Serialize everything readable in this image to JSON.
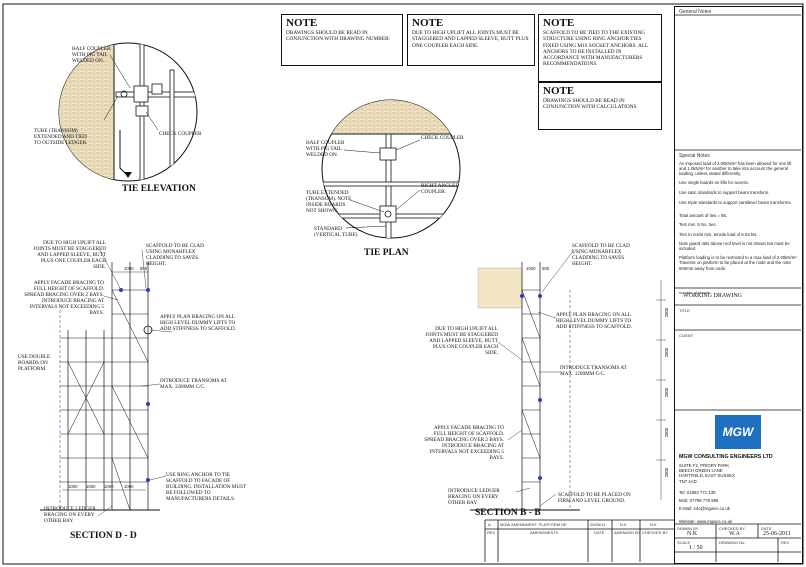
{
  "notes": [
    {
      "heading": "NOTE",
      "text": "DRAWINGS SHOULD BE READ IN CONJUNCTION WITH DRAWING NUMBER:"
    },
    {
      "heading": "NOTE",
      "text": "DUE TO HIGH UPLIFT ALL JOINTS MUST BE STAGGERED AND LAPPED SLEEVE, BUTT PLUS ONE COUPLER EACH SIDE."
    },
    {
      "heading": "NOTE",
      "text": "SCAFFOLD TO BE TIED TO THE EXISTING STRUCTURE USING RING ANCHOR TIES FIXED USING M16 SOCKET ANCHORS. ALL ANCHORS TO BE INSTALLED IN ACCORDANCE WITH MANUFACTURERS RECOMMENDATIONS."
    },
    {
      "heading": "NOTE",
      "text": "DRAWINGS SHOULD BE READ IN CONJUNCTION WITH CALCULATIONS."
    }
  ],
  "tie_elevation": {
    "title": "TIE ELEVATION",
    "half_coupler": "HALF COUPLER\nWITH PIG TAIL\nWELDED ON.",
    "tube": "TUBE (TRANSOM)\nEXTENDED AND TIED\nTO OUTSIDE LEDGER.",
    "check": "CHECK COUPLER"
  },
  "tie_plan": {
    "title": "TIE PLAN",
    "check": "CHECK COUPLER",
    "half_coupler": "HALF COUPLER\nWITH PIG TAIL\nWELDED ON.",
    "right_angled": "RIGHT ANGLED\nCOUPLER.",
    "tube": "TUBE EXTENDED\n(TRANSOM). NOTE\nINSIDE BOARDS\nNOT SHOWN.",
    "standard": "STANDARD\n(VERTICAL TUBE)."
  },
  "section_dd": {
    "title": "SECTION D - D",
    "a1": "DUE TO HIGH UPLIFT ALL\nJOINTS MUST BE STAGGERED\nAND LAPPED SLEEVE, BUTT\nPLUS ONE COUPLER EACH\nSIDE.",
    "a2": "SCAFFOLD TO BE CLAD\nUSING MONARFLEX\nCLADDING TO SAVES\nHEIGHT.",
    "a3": "APPLY FACADE BRACING TO\nFULL HEIGHT OF SCAFFOLD.\nSPREAD BRACING OVER 2 BAYS.\nINTRODUCE BRACING AT\nINTERVALS NOT EXCEEDING 5\nBAYS.",
    "a4": "APPLY PLAN BRACING ON ALL\nHIGH LEVEL DUMMY LIFTS TO\nADD STIFFNESS TO SCAFFOLD.",
    "a5": "USE DOUBLE\nBOARDS ON\nPLATFORM.",
    "a6": "INTRODUCE TRANSOMS AT\nMax. 1200mm c/c.",
    "a7": "USE RING ANCHOR TO TIE\nSCAFFOLD TO FACADE OF\nBUILDING. INSTALLATION MUST\nBE FOLLOWED TO\nMANUFACTURERS DETAILS.",
    "a8": "INTRODUCE LEDGER\nBRACING ON EVERY\nOTHER BAY.",
    "dims": [
      "1000",
      "500",
      "1000",
      "1000",
      "1000",
      "1000"
    ]
  },
  "section_bb": {
    "title": "SECTION B - B",
    "b1": "SCAFFOLD TO BE CLAD\nUSING MONARFLEX\nCLADDING TO SAVES\nHEIGHT.",
    "b2": "APPLY PLAN BRACING ON ALL\nHIGH LEVEL DUMMY LIFTS TO\nADD STIFFNESS TO SCAFFOLD.",
    "b3": "DUE TO HIGH UPLIFT ALL\nJOINTS MUST BE STAGGERED\nAND LAPPED SLEEVE, BUTT\nPLUS ONE COUPLER EACH\nSIDE.",
    "b4": "INTRODUCE TRANSOMS AT\nMax. 1200mm c/c.",
    "b5": "APPLY FACADE BRACING TO\nFULL HEIGHT OF SCAFFOLD.\nSPREAD BRACING OVER 2 BAYS.\nINTRODUCE BRACING AT\nINTERVALS NOT EXCEEDING 5\nBAYS.",
    "b6": "INTRODUCE LEDGER\nBRACING ON EVERY\nOTHER BAY.",
    "b7": "SCAFFOLD TO BE PLACED ON\nFIRM AND LEVEL GROUND.",
    "dims": [
      "1000",
      "500",
      "2000",
      "2000",
      "2000",
      "2000",
      "2000"
    ]
  },
  "title_block": {
    "general_notes": "General Notes",
    "special_notes": "Special Notes",
    "sn": [
      "An imposed load of 2.00kN/m² has been allowed for one lift and 1.0kN/m² for another to take into account the general loading, unless stated differently.",
      "Use single boards on lifts for access.",
      "Use satic standards to support beam transform.",
      "Use triple standards to support cantilever beam transforms.",
      "Total amount of ties = 95.",
      "Test min. 5 No. ties.",
      "Ties to resist min. tensile load of 6.53 kN.",
      "Note guard rails above roof level is not shown but must be included.",
      "Platform loading is to be restricted to a max load of 2.00kN/m². Traverse on platform to be placed at the node and the note 600mm away from node."
    ],
    "number_of_sheets": "number of sheets",
    "working_drawing": "WORKING DRAWING",
    "title_label": "TITLE",
    "client_label": "CLIENT",
    "logo": "MGW",
    "company": "MGW CONSULTING ENGINEERS LTD",
    "address": "SUITE F2, PRIORY PARK\nBEECH GREEN LANE\nHARTFIELD, EAST SUSSEX\nTN7 4AD",
    "tel": "Tel: 01892 771 135",
    "mob": "Mob: 07798 778 586",
    "email": "E-Mail: info@mgwce.co.uk",
    "website": "Website: www.mgwce.co.uk",
    "drawn_by_label": "DRAWN BY",
    "drawn_by": "N.K",
    "checked_by_label": "CHECKED BY",
    "checked_by": "W.A",
    "date_label": "DATE",
    "date": "25-06-2011",
    "scale_label": "SCALE",
    "scale": "1 / 50",
    "drawing_no_label": "DRAWING No.",
    "rev_label": "REV"
  },
  "revision_table": {
    "row": [
      "A",
      "MGW AMENDMENT: PLATFORM HE",
      "25/06/11",
      "N.K",
      "N.K"
    ],
    "headers": [
      "REV",
      "AMENDMENTS",
      "DATE",
      "AMENDED BY",
      "CHECKED BY"
    ]
  }
}
